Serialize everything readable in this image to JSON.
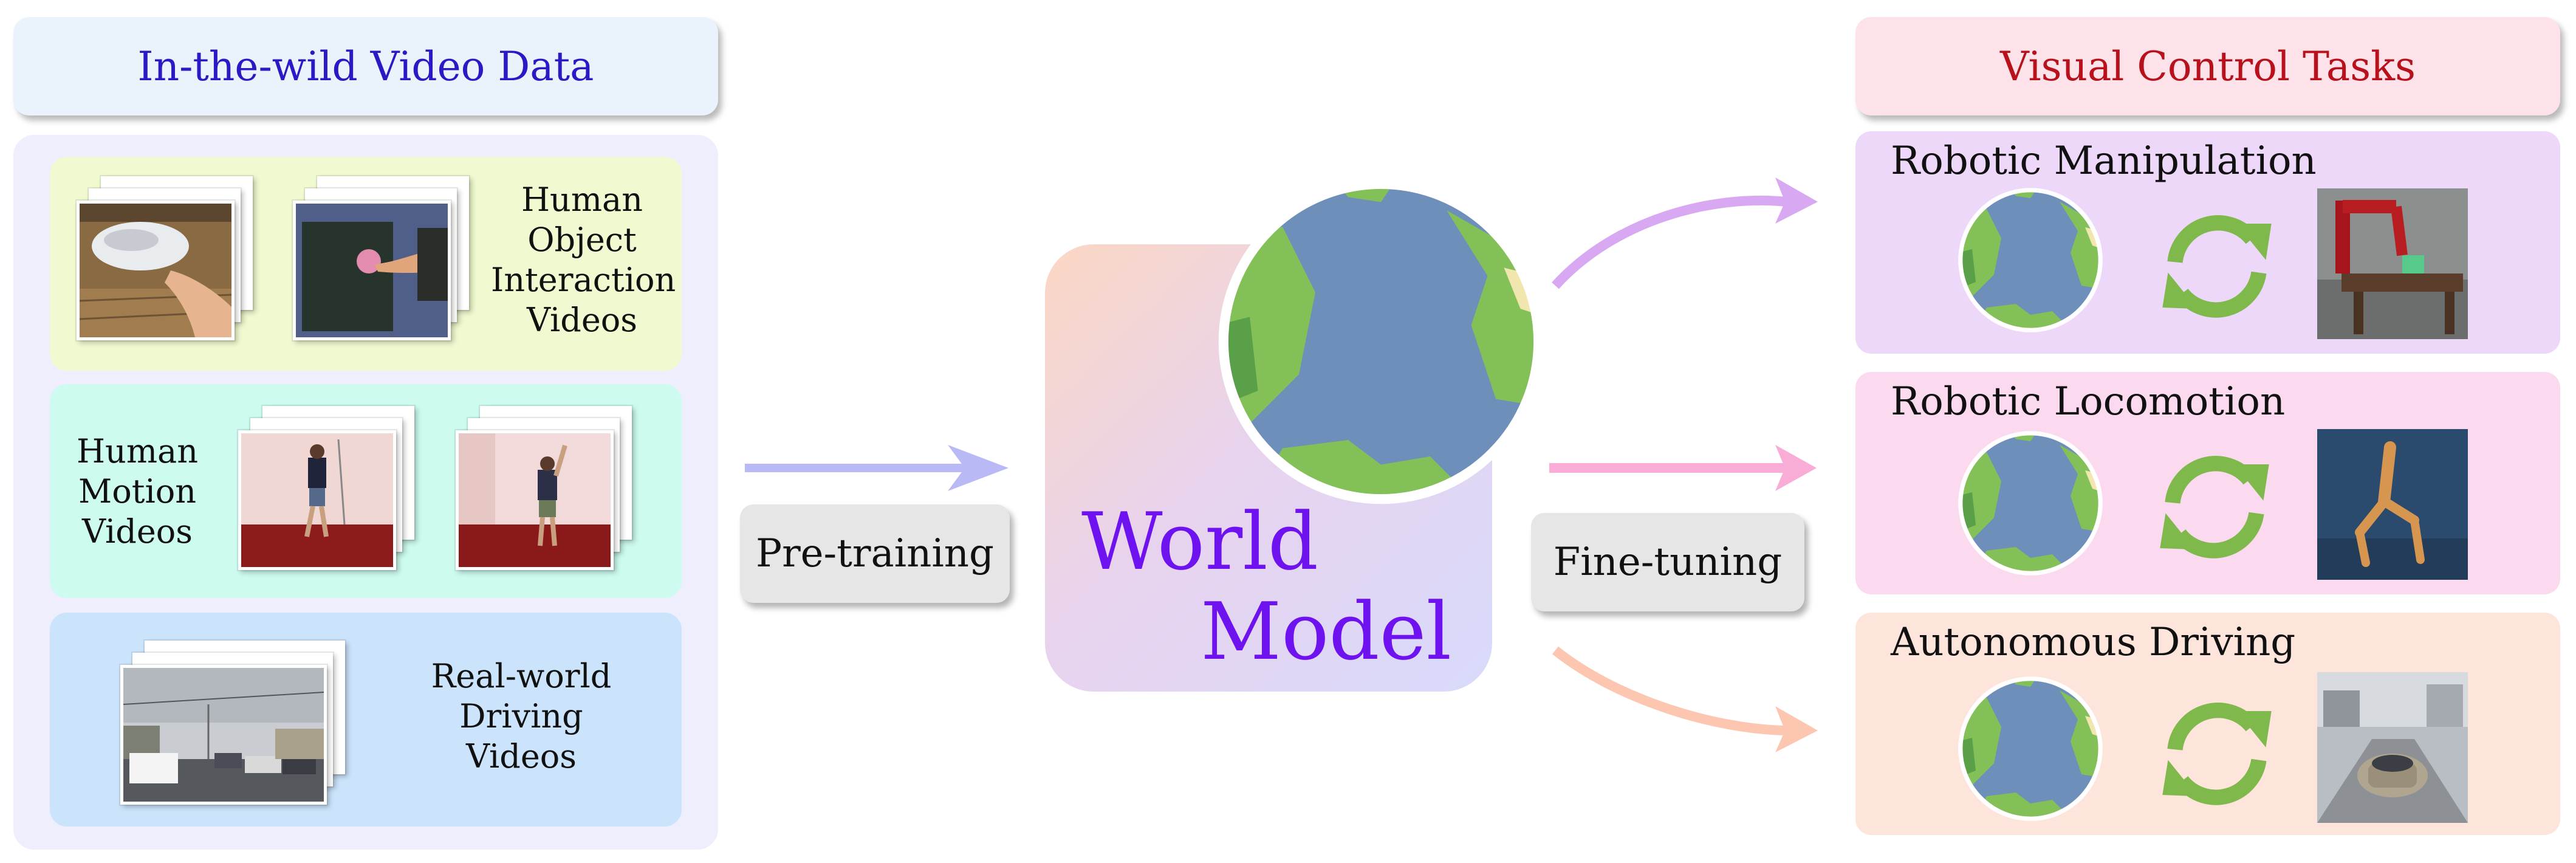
{
  "left": {
    "header": "In-the-wild Video Data",
    "categories": [
      {
        "label_lines": [
          "Human",
          "Object",
          "Interaction",
          "Videos"
        ]
      },
      {
        "label_lines": [
          "Human",
          "Motion",
          "Videos"
        ]
      },
      {
        "label_lines": [
          "Real-world",
          "Driving",
          "Videos"
        ]
      }
    ]
  },
  "center": {
    "pretraining_label": "Pre-training",
    "finetuning_label": "Fine-tuning",
    "model_line1": "World",
    "model_line2": "Model"
  },
  "right": {
    "header": "Visual Control Tasks",
    "tasks": [
      {
        "title": "Robotic Manipulation"
      },
      {
        "title": "Robotic Locomotion"
      },
      {
        "title": "Autonomous Driving"
      }
    ]
  },
  "colors": {
    "left_header_text": "#2a1ac6",
    "right_header_text": "#b8111c",
    "world_model_text": "#6f12f0",
    "pretrain_arrow": "#b9b9f6",
    "arrow_manip": "#d9a8f2",
    "arrow_loco": "#f9acd6",
    "arrow_drive": "#fcc6b0",
    "cycle_arrows": "#7fb94c",
    "earth_ocean": "#6e8fba",
    "earth_land": "#83c057"
  }
}
